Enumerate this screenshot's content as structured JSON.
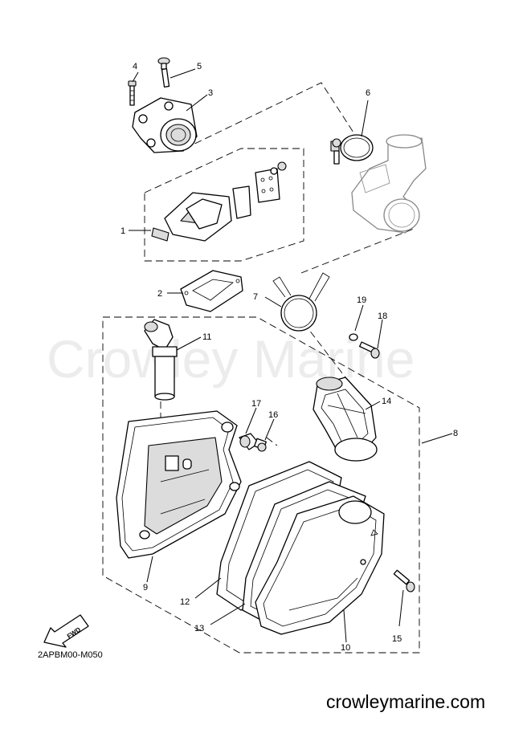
{
  "diagram": {
    "part_labels": [
      "1",
      "2",
      "3",
      "4",
      "5",
      "6",
      "7",
      "8",
      "9",
      "10",
      "11",
      "12",
      "13",
      "14",
      "15",
      "16",
      "17",
      "18",
      "19"
    ],
    "drawing_code": "2APBM00-M050",
    "direction_mark": "FWD",
    "watermark": "Crowley Marine",
    "footer_url": "crowleymarine.com"
  }
}
